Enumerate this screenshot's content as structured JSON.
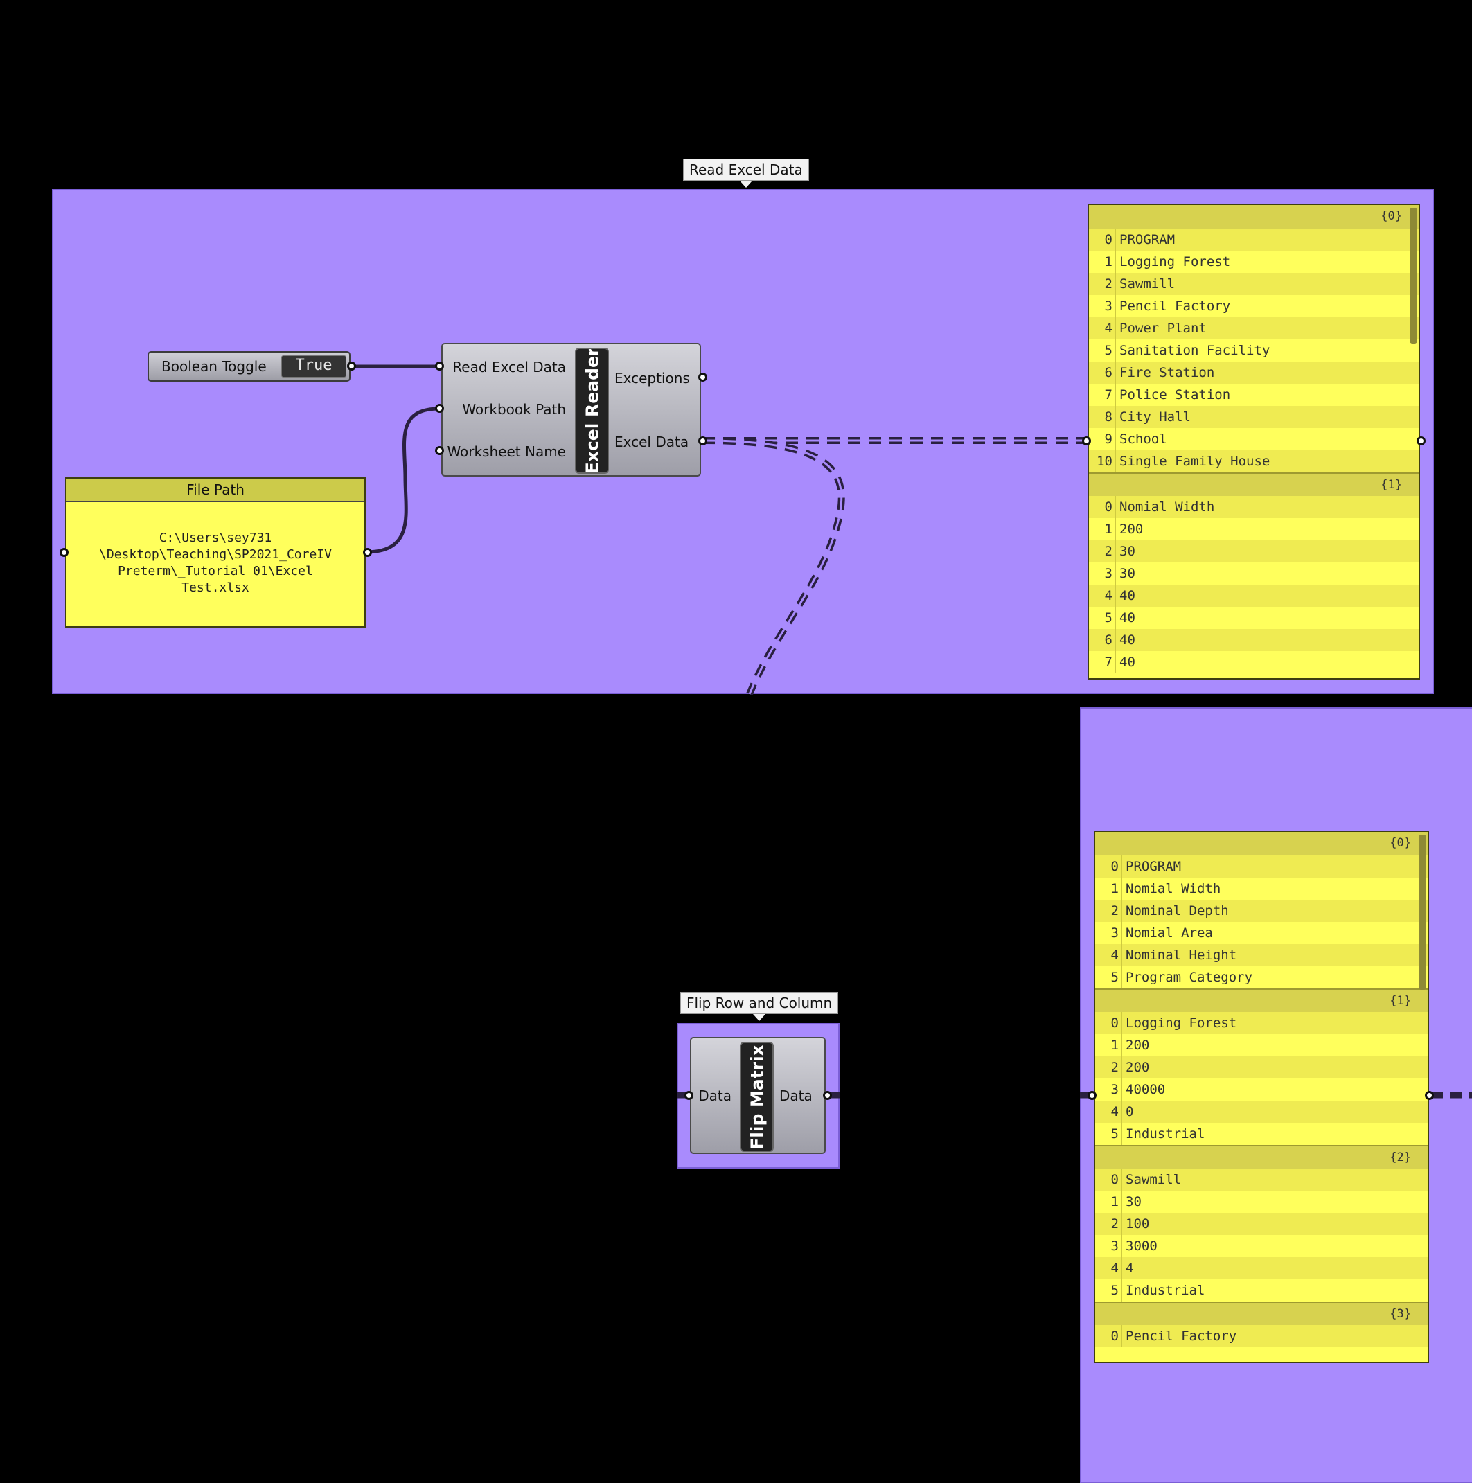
{
  "groups": {
    "read_excel": {
      "label": "Read Excel Data"
    },
    "flip": {
      "label": "Flip Row and Column"
    }
  },
  "boolean_toggle": {
    "name": "Boolean Toggle",
    "value": "True"
  },
  "file_path_panel": {
    "title": "File Path",
    "lines": [
      "C:\\Users\\sey731",
      "\\Desktop\\Teaching\\SP2021_CoreIV",
      "Preterm\\_Tutorial 01\\Excel",
      "Test.xlsx"
    ]
  },
  "excel_reader": {
    "title": "Excel Reader",
    "inputs": [
      "Read Excel Data",
      "Workbook Path",
      "Worksheet Name"
    ],
    "outputs": [
      "Exceptions",
      "Excel Data"
    ]
  },
  "flip_matrix": {
    "title": "Flip Matrix",
    "input": "Data",
    "output": "Data"
  },
  "viewer_top": {
    "branches": [
      {
        "path": "{0}",
        "items": [
          "PROGRAM",
          "Logging Forest",
          "Sawmill",
          "Pencil Factory",
          "Power Plant",
          "Sanitation Facility",
          "Fire Station",
          "Police Station",
          "City Hall",
          "School",
          "Single Family House"
        ]
      },
      {
        "path": "{1}",
        "items": [
          "Nomial Width",
          "200",
          "30",
          "30",
          "40",
          "40",
          "40",
          "40"
        ]
      }
    ]
  },
  "viewer_bottom": {
    "branches": [
      {
        "path": "{0}",
        "items": [
          "PROGRAM",
          "Nomial Width",
          "Nominal Depth",
          "Nomial Area",
          "Nominal Height",
          "Program Category"
        ]
      },
      {
        "path": "{1}",
        "items": [
          "Logging Forest",
          "200",
          "200",
          "40000",
          "0",
          "Industrial"
        ]
      },
      {
        "path": "{2}",
        "items": [
          "Sawmill",
          "30",
          "100",
          "3000",
          "4",
          "Industrial"
        ]
      },
      {
        "path": "{3}",
        "items": [
          "Pencil Factory"
        ]
      }
    ]
  }
}
